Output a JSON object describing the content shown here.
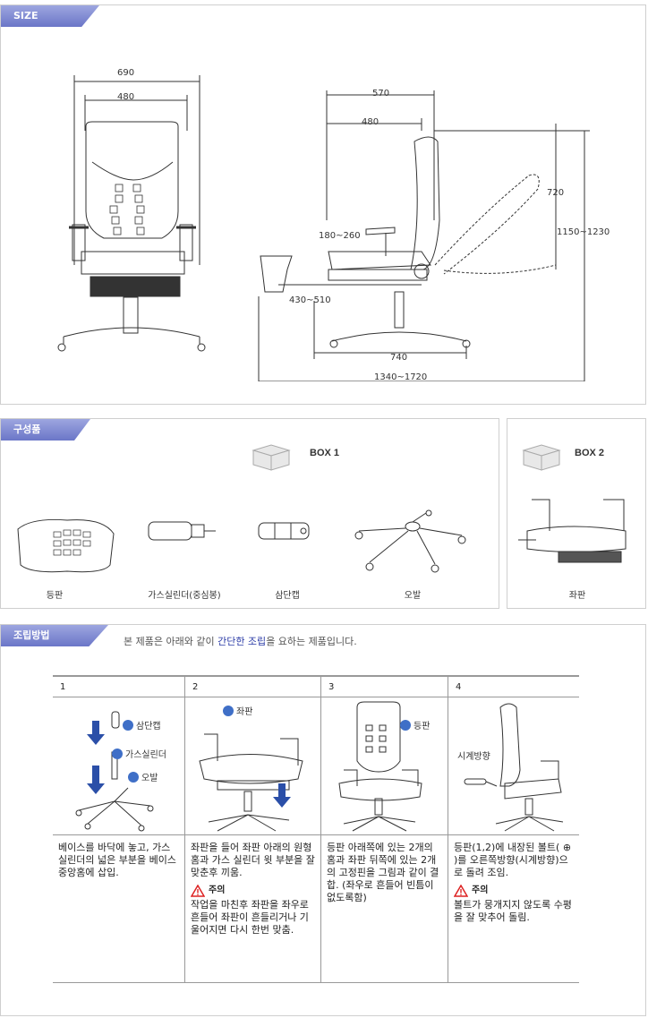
{
  "size_section": {
    "tab_label": "SIZE",
    "front_dims": {
      "outer_width": "690",
      "inner_width": "480"
    },
    "side_dims": {
      "top_width": "570",
      "seat_depth": "480",
      "back_height": "720",
      "total_height": "1150~1230",
      "arm_height": "180~260",
      "footrest": "430~510",
      "base": "740",
      "total_length": "1340~1720"
    }
  },
  "parts_section": {
    "tab_label": "구성품",
    "box1_label": "BOX 1",
    "box2_label": "BOX 2",
    "box1_items": [
      "등판",
      "가스실린더(중심봉)",
      "삼단캡",
      "오발"
    ],
    "box2_items": [
      "좌판"
    ]
  },
  "assembly_section": {
    "tab_label": "조립방법",
    "intro_pre": "본 제품은 아래와 같이 ",
    "intro_hl": "간단한 조립",
    "intro_post": "을 요하는 제품입니다.",
    "steps": [
      {
        "num": "1",
        "callouts": [
          "삼단캡",
          "가스실린더",
          "오발"
        ],
        "text": "베이스를 바닥에 놓고, 가스실린더의 넓은 부분을 베이스 중앙홈에 삽입.",
        "warn_label": "",
        "warn_text": ""
      },
      {
        "num": "2",
        "callouts": [
          "좌판"
        ],
        "text": "좌판을 들어 좌판 아래의 원형 홈과 가스 실린더 윗 부분을 잘 맞춘후 끼움.",
        "warn_label": "주의",
        "warn_text": "작업을 마친후 좌판을 좌우로 흔들어 좌판이 흔들리거나 기울어지면 다시 한번 맞춤."
      },
      {
        "num": "3",
        "callouts": [
          "등판"
        ],
        "text": "등판 아래쪽에 있는 2개의 홈과 좌판 뒤쪽에 있는 2개의 고정핀을 그림과 같이 결합. (좌우로 흔들어 빈틈이 없도록함)",
        "warn_label": "",
        "warn_text": ""
      },
      {
        "num": "4",
        "callouts": [
          "시계방향"
        ],
        "text": "등판(1,2)에 내장된 볼트( ⊕ )를 오른쪽방향(시계방향)으로 돌려 조임.",
        "warn_label": "주의",
        "warn_text": "볼트가 뭉개지지 않도록 수평을 잘 맞추어 돌림."
      }
    ]
  }
}
